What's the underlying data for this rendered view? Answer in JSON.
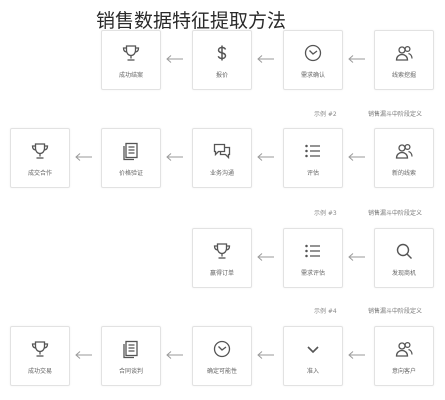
{
  "title": "销售数据特征提取方法",
  "rows": [
    {
      "section_label": "",
      "example_label": "",
      "steps": [
        {
          "icon": "users-icon",
          "label": "线索挖掘"
        },
        {
          "icon": "clock-icon",
          "label": "需求确认"
        },
        {
          "icon": "dollar-icon",
          "label": "报价"
        },
        {
          "icon": "trophy-icon",
          "label": "成功结案"
        }
      ]
    },
    {
      "section_label": "销售漏斗中阶段定义",
      "example_label": "示例 #2",
      "steps": [
        {
          "icon": "users-icon",
          "label": "新的线索"
        },
        {
          "icon": "list-icon",
          "label": "评估"
        },
        {
          "icon": "chat-icon",
          "label": "业务沟通"
        },
        {
          "icon": "document-icon",
          "label": "价格验证"
        },
        {
          "icon": "trophy-icon",
          "label": "成交合作"
        }
      ]
    },
    {
      "section_label": "销售漏斗中阶段定义",
      "example_label": "示例 #3",
      "steps": [
        {
          "icon": "search-icon",
          "label": "发现商机"
        },
        {
          "icon": "list-icon",
          "label": "需求评估"
        },
        {
          "icon": "trophy-icon",
          "label": "赢得订单"
        }
      ]
    },
    {
      "section_label": "销售漏斗中阶段定义",
      "example_label": "示例 #4",
      "steps": [
        {
          "icon": "users-icon",
          "label": "意向客户"
        },
        {
          "icon": "chevron-down-icon",
          "label": "准入"
        },
        {
          "icon": "clock-icon",
          "label": "确定可能性"
        },
        {
          "icon": "document-icon",
          "label": "合同谈判"
        },
        {
          "icon": "trophy-icon",
          "label": "成功交易"
        }
      ]
    }
  ]
}
